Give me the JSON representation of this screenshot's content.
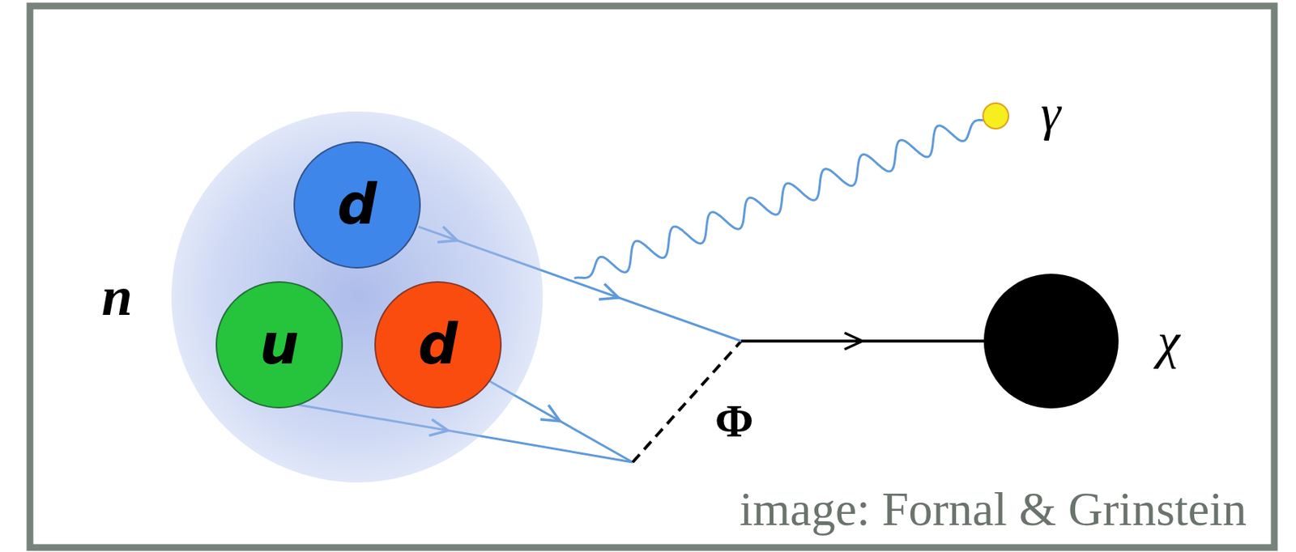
{
  "diagram": {
    "nodes": [
      {
        "text": [
          "n"
        ]
      },
      {
        "text": [
          "d"
        ],
        "in": 0
      },
      {
        "text": [
          "u"
        ],
        "in": 0
      },
      {
        "text": [
          "d"
        ],
        "in": 0
      },
      {
        "text": [
          "γ"
        ]
      },
      {
        "text": [
          "χ"
        ]
      }
    ],
    "edges": [
      {
        "from": 1,
        "to": 5,
        "arrow": "to"
      }
    ],
    "labels": [
      "Φ",
      "image: Fornal & Grinstein"
    ]
  }
}
